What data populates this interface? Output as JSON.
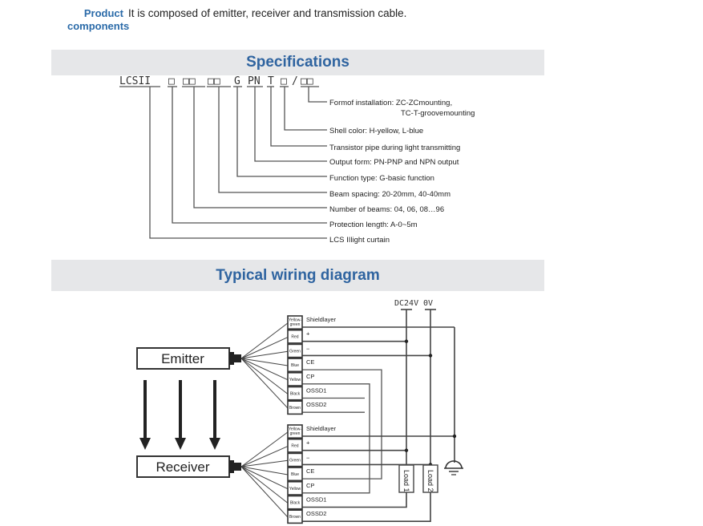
{
  "product": {
    "label": "Product components",
    "label_line1": "Product",
    "label_line2": "components",
    "text": "It is composed of emitter, receiver and transmission cable."
  },
  "specifications": {
    "title": "Specifications",
    "code_parts": [
      "LCSII",
      "□",
      "□□",
      "□□",
      "G",
      "PN",
      "T",
      "□",
      "/",
      "□□"
    ],
    "descriptions": [
      {
        "line1": "Formof installation: ZC-ZCmounting,",
        "line2": "TC-T-groovemounting"
      },
      {
        "line1": "Shell color: H-yellow, L-blue"
      },
      {
        "line1": "Transistor pipe during light transmitting"
      },
      {
        "line1": "Output form: PN-PNP and NPN output"
      },
      {
        "line1": "Function type: G-basic function"
      },
      {
        "line1": "Beam spacing: 20-20mm, 40-40mm"
      },
      {
        "line1": "Number of beams: 04, 06, 08…96"
      },
      {
        "line1": "Protection length: A-0~5m"
      },
      {
        "line1": "LCS IIlight curtain"
      }
    ]
  },
  "wiring": {
    "title": "Typical wiring diagram",
    "rails": {
      "positive": "DC24V",
      "negative": "0V"
    },
    "emitter": {
      "label": "Emitter",
      "wires": [
        {
          "color1": "Yellow-",
          "color2": "green",
          "signal": "Shieldlayer"
        },
        {
          "color1": "Red",
          "signal": "+"
        },
        {
          "color1": "Green",
          "signal": "−"
        },
        {
          "color1": "Blue",
          "signal": "CE"
        },
        {
          "color1": "Yellow",
          "signal": "CP"
        },
        {
          "color1": "Black",
          "signal": "OSSD1"
        },
        {
          "color1": "Brown",
          "signal": "OSSD2"
        }
      ]
    },
    "receiver": {
      "label": "Receiver",
      "wires": [
        {
          "color1": "Yellow-",
          "color2": "green",
          "signal": "Shieldlayer"
        },
        {
          "color1": "Red",
          "signal": "+"
        },
        {
          "color1": "Green",
          "signal": "−"
        },
        {
          "color1": "Blue",
          "signal": "CE"
        },
        {
          "color1": "Yellow",
          "signal": "CP"
        },
        {
          "color1": "Black",
          "signal": "OSSD1"
        },
        {
          "color1": "Brown",
          "signal": "OSSD2"
        }
      ]
    },
    "loads": [
      "Load 1",
      "Load 2"
    ]
  }
}
